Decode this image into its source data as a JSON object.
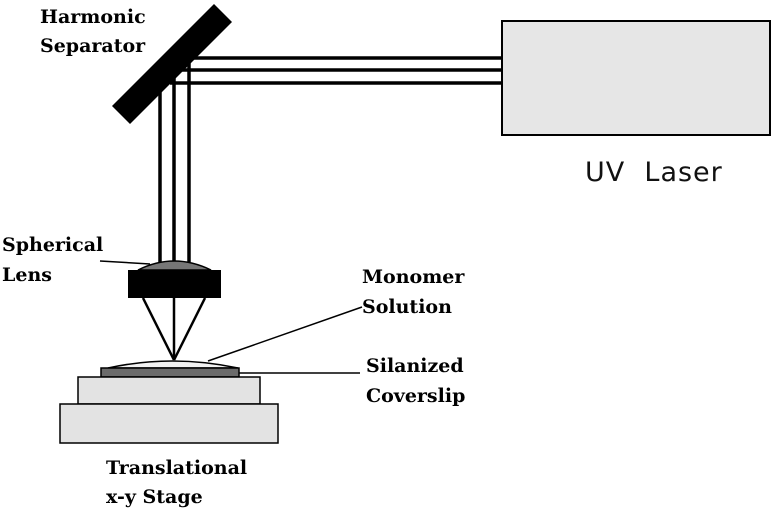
{
  "labels": {
    "harmonic_separator": [
      "Harmonic",
      "Separator"
    ],
    "uv_laser": "UV  Laser",
    "spherical_lens": [
      "Spherical",
      "Lens"
    ],
    "monomer_solution": [
      "Monomer",
      "Solution"
    ],
    "silanized_coverslip": [
      "Silanized",
      "Coverslip"
    ],
    "translational_stage": [
      "Translational",
      "x-y Stage"
    ]
  },
  "colors": {
    "laser_fill": "#e6e6e6",
    "stage_fill": "#e3e3e3",
    "coverslip_fill": "#6b6b6b",
    "lens_fill": "#777777",
    "solution_fill": "#f2f2f2",
    "ink": "#000000"
  }
}
